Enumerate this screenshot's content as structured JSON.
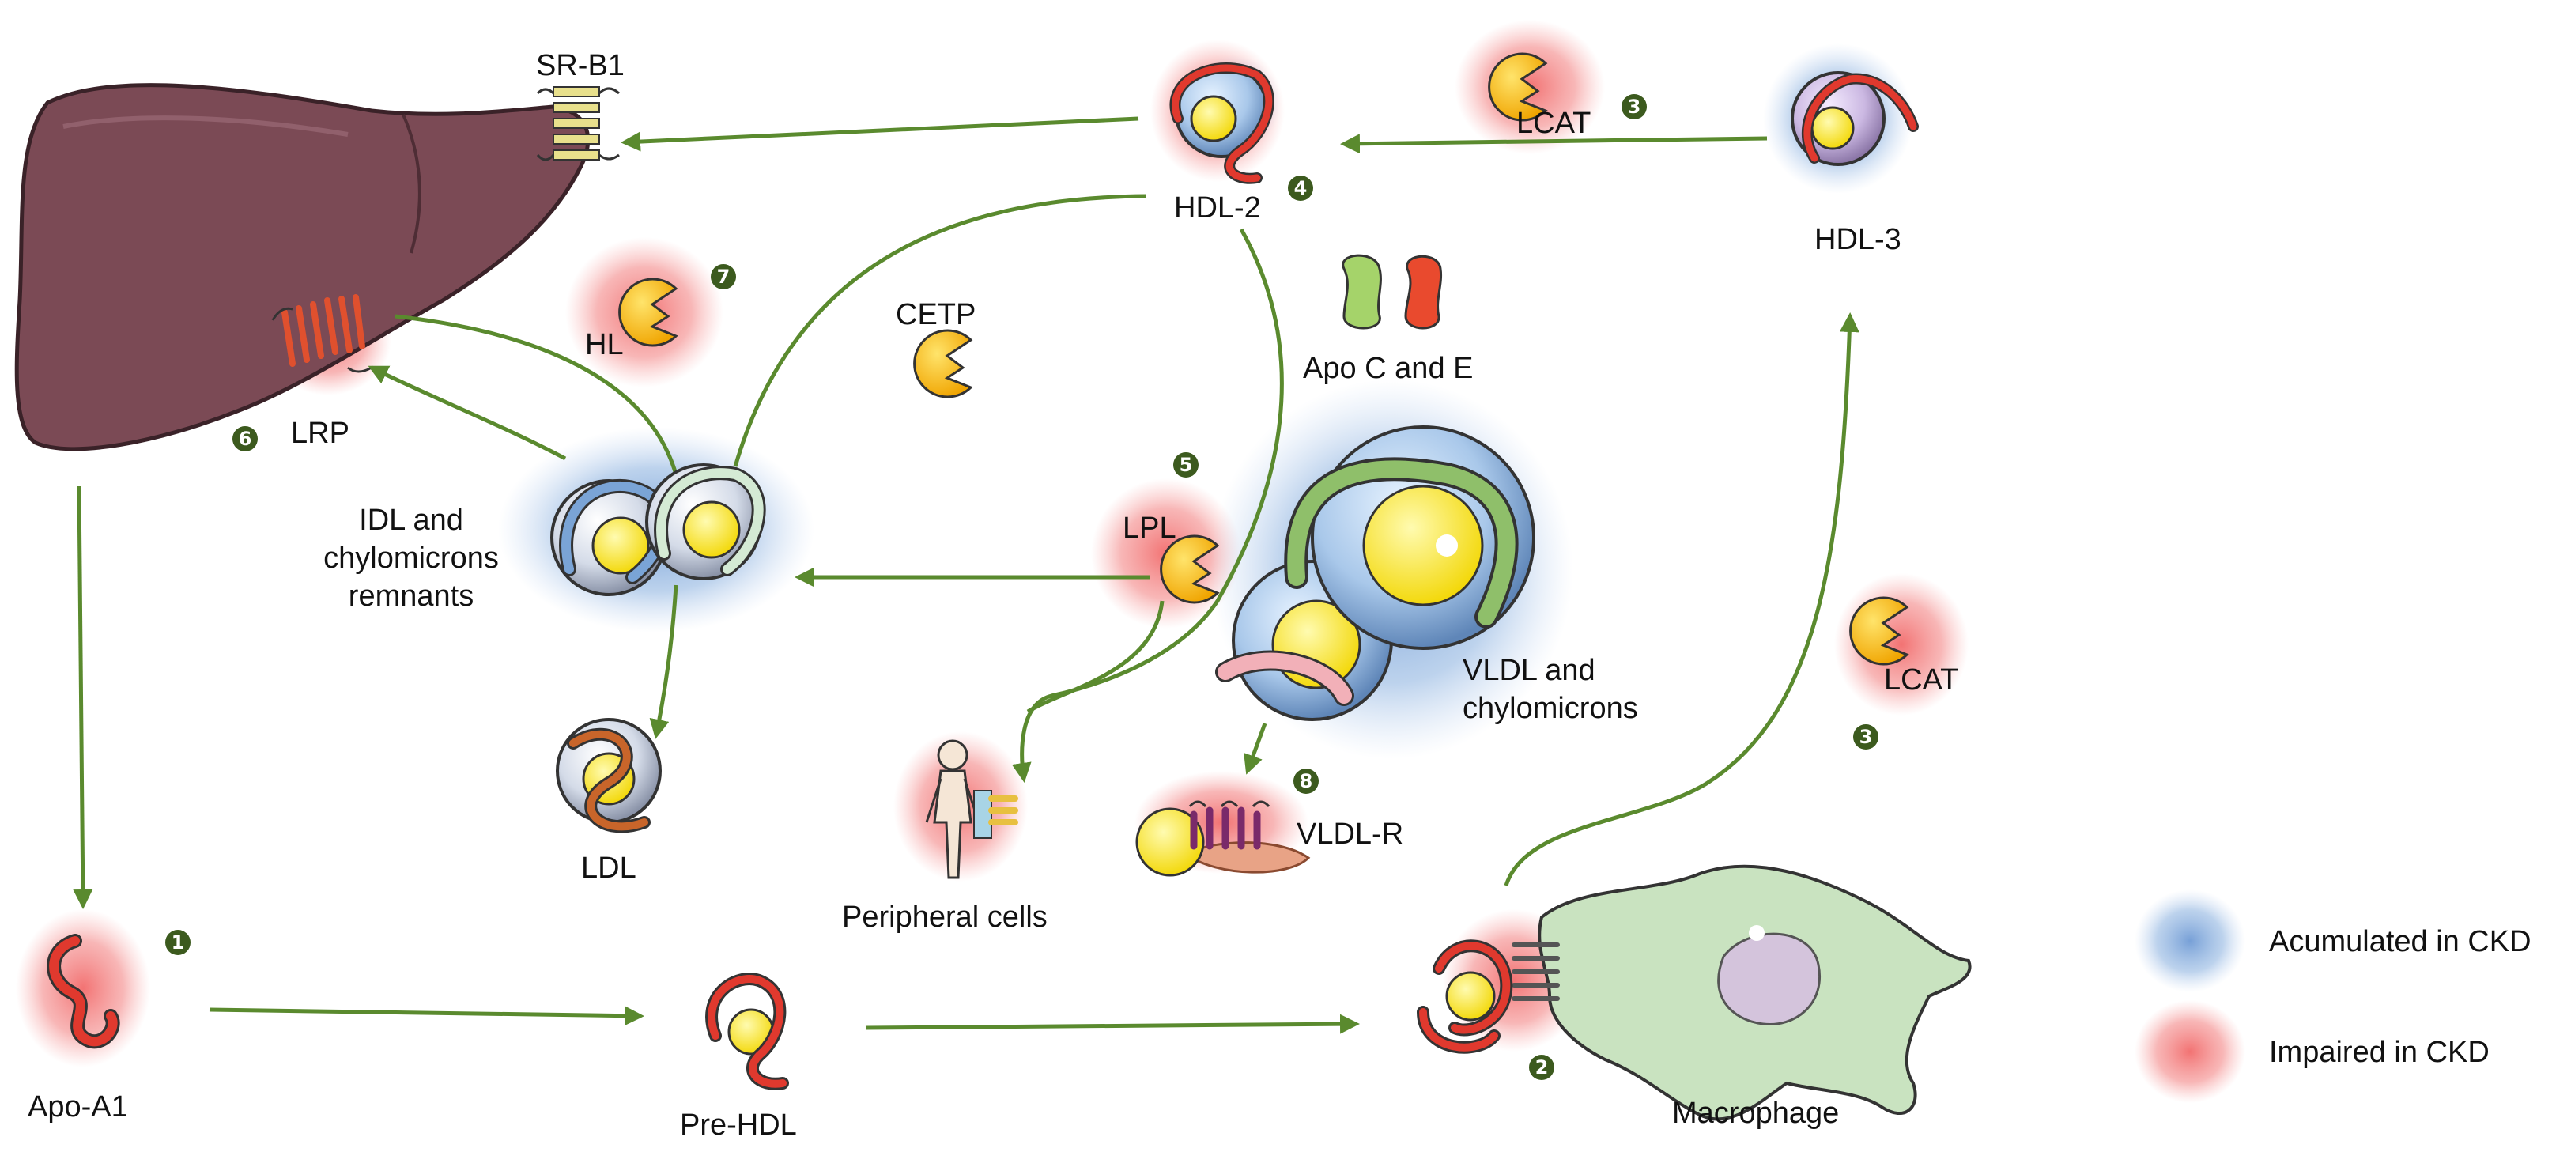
{
  "diagram": {
    "labels": {
      "sr_b1": "SR-B1",
      "hdl2": "HDL-2",
      "hdl3": "HDL-3",
      "lcat_top": "LCAT",
      "lcat_right": "LCAT",
      "hl": "HL",
      "cetp": "CETP",
      "apo_c_e": "Apo C and E",
      "lrp": "LRP",
      "idl_line1": "IDL and",
      "idl_line2": "chylomicrons",
      "idl_line3": "remnants",
      "lpl": "LPL",
      "vldl_line1": "VLDL and",
      "vldl_line2": "chylomicrons",
      "ldl": "LDL",
      "peripheral": "Peripheral cells",
      "vldl_r": "VLDL-R",
      "apo_a1": "Apo-A1",
      "pre_hdl": "Pre-HDL",
      "macrophage": "Macrophage"
    },
    "steps": {
      "s1": "❶",
      "s2": "❷",
      "s3a": "❸",
      "s3b": "❸",
      "s4": "❹",
      "s5": "❺",
      "s6": "❻",
      "s7": "❼",
      "s8": "❽"
    },
    "legend": {
      "accumulated": "Acumulated in CKD",
      "impaired": "Impaired in CKD"
    },
    "colors": {
      "arrow": "#5a8a2e",
      "liver": "#7b4a55",
      "accumulated_glow": "#7fa6d8",
      "impaired_glow": "#f27b7b",
      "enzyme": "#f6b400",
      "macrophage": "#c9e3c0"
    }
  }
}
